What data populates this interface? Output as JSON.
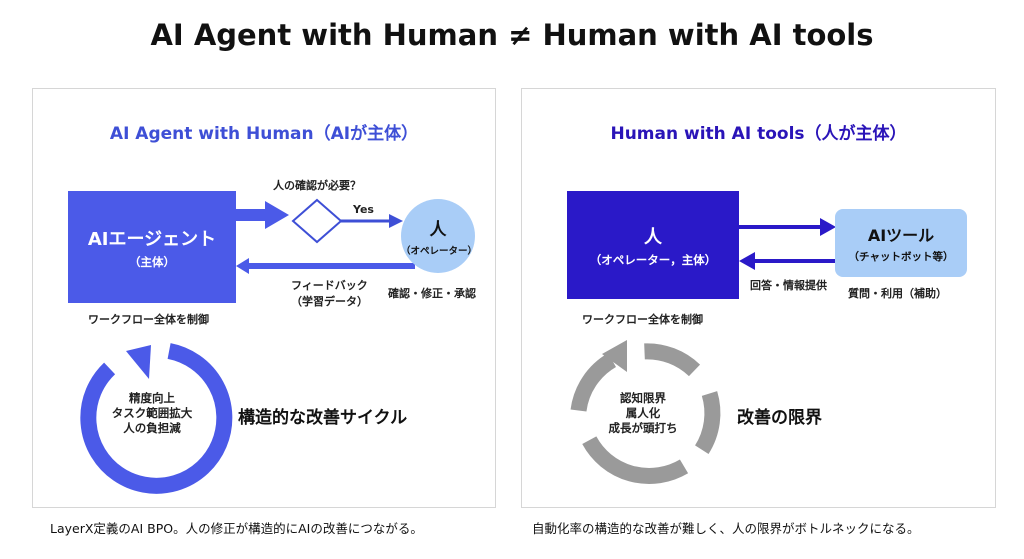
{
  "title": "AI Agent with Human ≠ Human with AI tools",
  "colors": {
    "agent_blue": "#4b5ae8",
    "agent_text": "#3e4fd6",
    "human_navy": "#2a19c8",
    "human_text": "#2a14b8",
    "tool_light": "#a9cdf7",
    "gray_cycle": "#9a9a9a"
  },
  "left": {
    "heading": "AI Agent with Human（AIが主体）",
    "agent_box": {
      "main": "AIエージェント",
      "sub": "（主体）"
    },
    "human_circle": {
      "main": "人",
      "sub": "（オペレーター）"
    },
    "check_label": "人の確認が必要？",
    "yes_label": "Yes",
    "feedback_label_1": "フィードバック",
    "feedback_label_2": "（学習データ）",
    "human_actions": "確認・修正・承認",
    "workflow_label": "ワークフロー全体を制御",
    "cycle_lines": [
      "精度向上",
      "タスク範囲拡大",
      "人の負担減"
    ],
    "cycle_label": "構造的な改善サイクル",
    "caption": "LayerX定義のAI BPO。人の修正が構造的にAIの改善につながる。"
  },
  "right": {
    "heading": "Human with AI tools（人が主体）",
    "human_box": {
      "main": "人",
      "sub": "（オペレーター，主体）"
    },
    "tool_box": {
      "main": "AIツール",
      "sub": "（チャットボット等）"
    },
    "answer_label": "回答・情報提供",
    "tool_usage_label": "質問・利用（補助）",
    "workflow_label": "ワークフロー全体を制御",
    "cycle_lines": [
      "認知限界",
      "属人化",
      "成長が頭打ち"
    ],
    "cycle_label": "改善の限界",
    "caption": "自動化率の構造的な改善が難しく、人の限界がボトルネックになる。"
  }
}
